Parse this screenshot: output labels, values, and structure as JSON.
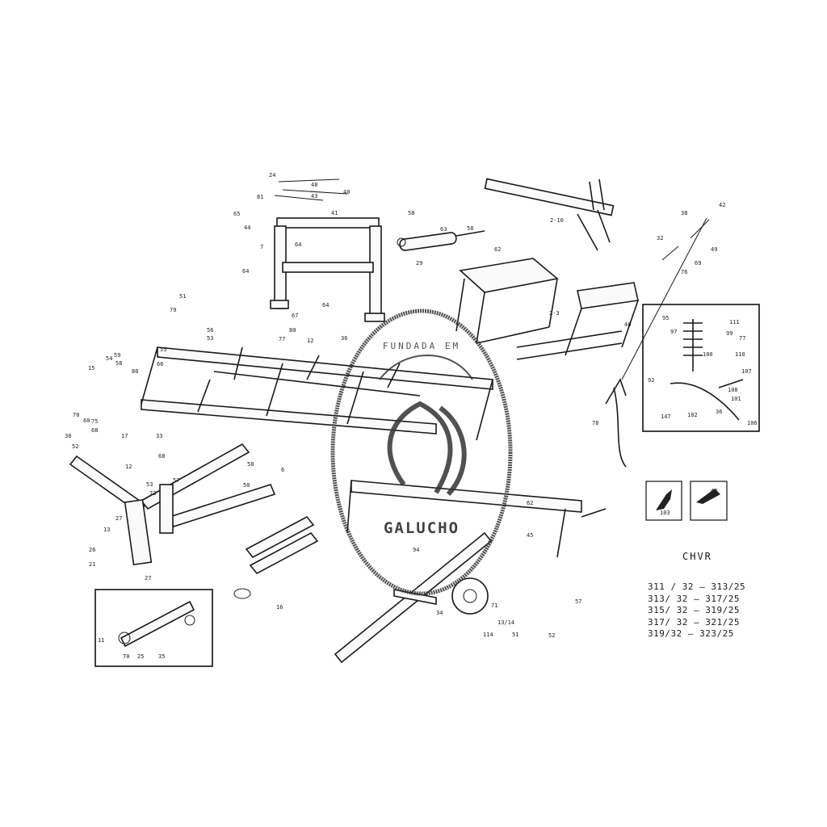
{
  "title": "CHVR",
  "model_codes": [
    "311 / 32  —  313/25",
    "313/ 32  —  317/25",
    "315/ 32  —  319/25",
    "317/ 32  —  321/25",
    "319/32  —  323/25"
  ],
  "watermark": {
    "top_text": "FUNDADA EM",
    "brand": "GALUCHO",
    "logo_monogram": "AG"
  },
  "callouts": [
    {
      "id": "c1",
      "text": "24"
    },
    {
      "id": "c2",
      "text": "48"
    },
    {
      "id": "c3",
      "text": "40"
    },
    {
      "id": "c4",
      "text": "81"
    },
    {
      "id": "c5",
      "text": "43"
    },
    {
      "id": "c6",
      "text": "65"
    },
    {
      "id": "c7",
      "text": "44"
    },
    {
      "id": "c8",
      "text": "41"
    },
    {
      "id": "c9",
      "text": "7"
    },
    {
      "id": "c10",
      "text": "64"
    },
    {
      "id": "c11",
      "text": "64"
    },
    {
      "id": "c12",
      "text": "58"
    },
    {
      "id": "c13",
      "text": "63"
    },
    {
      "id": "c14",
      "text": "58"
    },
    {
      "id": "c15",
      "text": "62"
    },
    {
      "id": "c16",
      "text": "29"
    },
    {
      "id": "c17",
      "text": "2-10"
    },
    {
      "id": "c18",
      "text": "38"
    },
    {
      "id": "c19",
      "text": "42"
    },
    {
      "id": "c20",
      "text": "32"
    },
    {
      "id": "c21",
      "text": "69"
    },
    {
      "id": "c22",
      "text": "49"
    },
    {
      "id": "c23",
      "text": "76"
    },
    {
      "id": "c24",
      "text": "2-3"
    },
    {
      "id": "c25",
      "text": "46"
    },
    {
      "id": "c26",
      "text": "51"
    },
    {
      "id": "c27",
      "text": "79"
    },
    {
      "id": "c28",
      "text": "56"
    },
    {
      "id": "c29",
      "text": "53"
    },
    {
      "id": "c30",
      "text": "64"
    },
    {
      "id": "c31",
      "text": "67"
    },
    {
      "id": "c32",
      "text": "80"
    },
    {
      "id": "c33",
      "text": "77"
    },
    {
      "id": "c34",
      "text": "12"
    },
    {
      "id": "c35",
      "text": "36"
    },
    {
      "id": "c36",
      "text": "55"
    },
    {
      "id": "c37",
      "text": "66"
    },
    {
      "id": "c38",
      "text": "15"
    },
    {
      "id": "c39",
      "text": "54"
    },
    {
      "id": "c40",
      "text": "59"
    },
    {
      "id": "c41",
      "text": "58"
    },
    {
      "id": "c42",
      "text": "80"
    },
    {
      "id": "c43",
      "text": "70"
    },
    {
      "id": "c44",
      "text": "60"
    },
    {
      "id": "c45",
      "text": "75"
    },
    {
      "id": "c46",
      "text": "30"
    },
    {
      "id": "c47",
      "text": "52"
    },
    {
      "id": "c48",
      "text": "68"
    },
    {
      "id": "c49",
      "text": "17"
    },
    {
      "id": "c50",
      "text": "33"
    },
    {
      "id": "c51",
      "text": "68"
    },
    {
      "id": "c52",
      "text": "57"
    },
    {
      "id": "c53",
      "text": "53"
    },
    {
      "id": "c54",
      "text": "73"
    },
    {
      "id": "c55",
      "text": "27"
    },
    {
      "id": "c56",
      "text": "13"
    },
    {
      "id": "c57",
      "text": "12"
    },
    {
      "id": "c58",
      "text": "50"
    },
    {
      "id": "c59",
      "text": "58"
    },
    {
      "id": "c60",
      "text": "6"
    },
    {
      "id": "c61",
      "text": "27"
    },
    {
      "id": "c62",
      "text": "26"
    },
    {
      "id": "c63",
      "text": "21"
    },
    {
      "id": "c64",
      "text": "16"
    },
    {
      "id": "c65",
      "text": "11"
    },
    {
      "id": "c66",
      "text": "70"
    },
    {
      "id": "c67",
      "text": "25"
    },
    {
      "id": "c68",
      "text": "35"
    },
    {
      "id": "c69",
      "text": "34"
    },
    {
      "id": "c70",
      "text": "71"
    },
    {
      "id": "c71",
      "text": "114"
    },
    {
      "id": "c72",
      "text": "13/14"
    },
    {
      "id": "c73",
      "text": "51"
    },
    {
      "id": "c74",
      "text": "52"
    },
    {
      "id": "c75",
      "text": "57"
    },
    {
      "id": "c76",
      "text": "62"
    },
    {
      "id": "c77",
      "text": "45"
    },
    {
      "id": "c78",
      "text": "94"
    },
    {
      "id": "c79",
      "text": "95"
    },
    {
      "id": "c80",
      "text": "97"
    },
    {
      "id": "c81",
      "text": "111"
    },
    {
      "id": "c82",
      "text": "99"
    },
    {
      "id": "c83",
      "text": "77"
    },
    {
      "id": "c84",
      "text": "100"
    },
    {
      "id": "c85",
      "text": "110"
    },
    {
      "id": "c86",
      "text": "92"
    },
    {
      "id": "c87",
      "text": "147"
    },
    {
      "id": "c88",
      "text": "102"
    },
    {
      "id": "c89",
      "text": "108"
    },
    {
      "id": "c90",
      "text": "107"
    },
    {
      "id": "c91",
      "text": "101"
    },
    {
      "id": "c92",
      "text": "36"
    },
    {
      "id": "c93",
      "text": "106"
    },
    {
      "id": "c94",
      "text": "103"
    },
    {
      "id": "c95",
      "text": "44"
    },
    {
      "id": "c96",
      "text": "78"
    }
  ]
}
